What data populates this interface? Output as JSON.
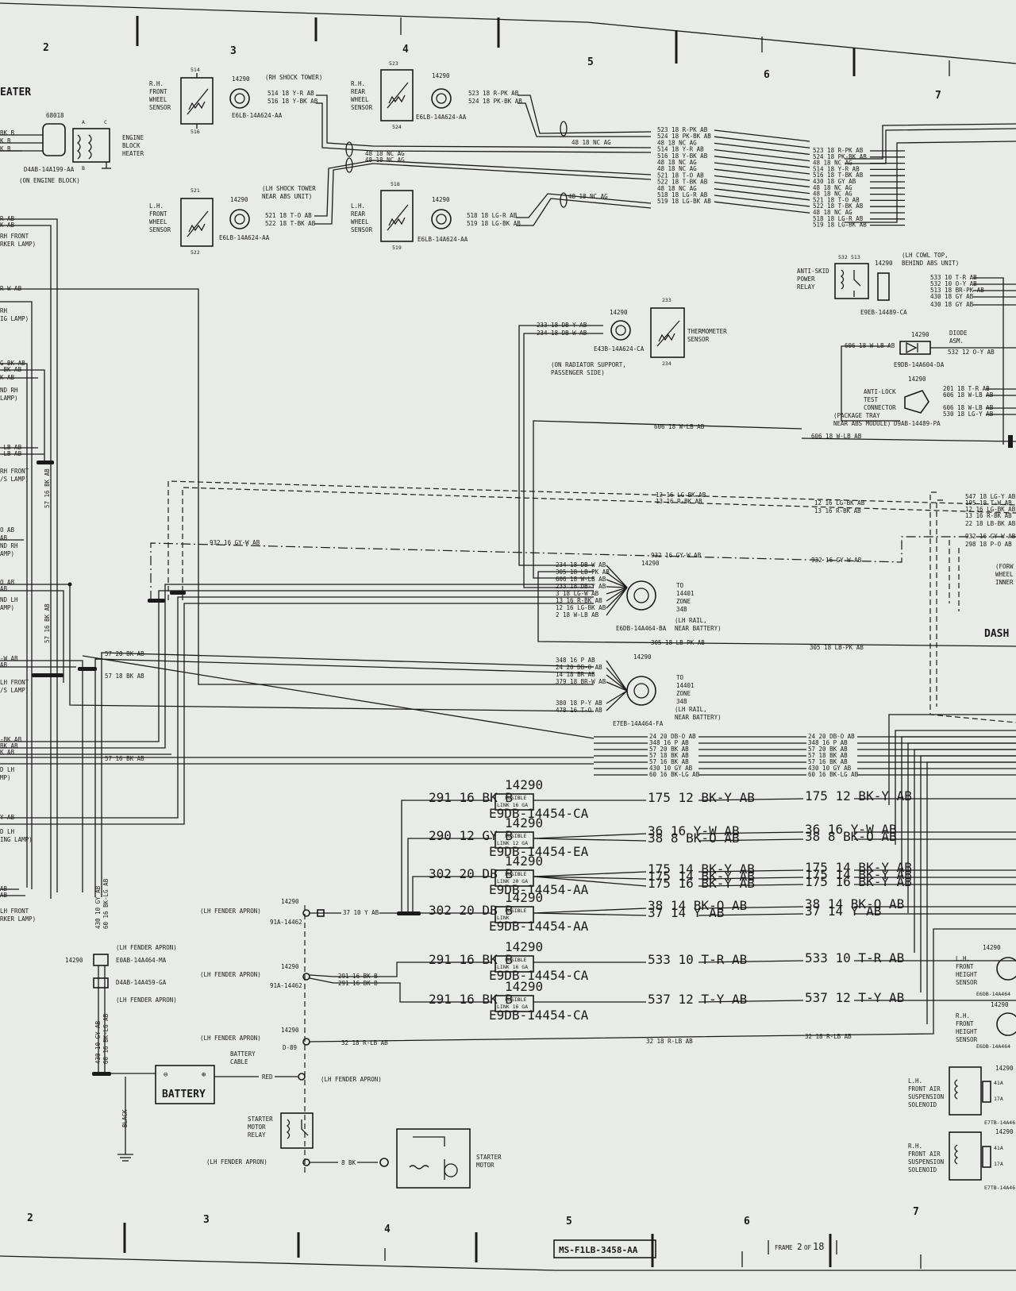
{
  "zones": {
    "top": [
      "2",
      "3",
      "4",
      "5",
      "6",
      "7"
    ],
    "bottom": [
      "2",
      "3",
      "4",
      "5",
      "6",
      "7"
    ]
  },
  "fragments": {
    "heater_title": "EATER",
    "dash": "DASH"
  },
  "engine_heater": {
    "part": "68018",
    "pins": [
      "A",
      "B",
      "C"
    ],
    "label": [
      "ENGINE",
      "BLOCK",
      "HEATER"
    ],
    "connector": "D4AB-14A199-AA",
    "location": "(ON ENGINE BLOCK)"
  },
  "rh_front_sensor": {
    "label": [
      "R.H.",
      "FRONT",
      "WHEEL",
      "SENSOR"
    ],
    "pin_top": "514",
    "pin_bottom": "516",
    "conn": "14290",
    "loc": "(RH SHOCK TOWER)",
    "wires": [
      "514 18 Y-R AB",
      "516 18 Y-BK AB"
    ],
    "part": "E6LB-14A624-AA"
  },
  "rh_rear_sensor": {
    "label": [
      "R.H.",
      "REAR",
      "WHEEL",
      "SENSOR"
    ],
    "pin_top": "523",
    "pin_bottom": "524",
    "conn": "14290",
    "wires": [
      "523 18 R-PK AB",
      "524 18 PK-BK AB"
    ],
    "part": "E6LB-14A624-AA"
  },
  "lh_front_sensor": {
    "label": [
      "L.H.",
      "FRONT",
      "WHEEL",
      "SENSOR"
    ],
    "pin_top": "521",
    "pin_bottom": "522",
    "conn": "14290",
    "loc": [
      "(LH SHOCK TOWER",
      "NEAR ABS UNIT)"
    ],
    "wires": [
      "521 18 T-O AB",
      "522 18 T-BK AB"
    ],
    "part": "E6LB-14A624-AA"
  },
  "lh_rear_sensor": {
    "label": [
      "L.H.",
      "REAR",
      "WHEEL",
      "SENSOR"
    ],
    "pin_top": "518",
    "pin_bottom": "519",
    "conn": "14290",
    "wires": [
      "518 18 LG-R AB",
      "519 18 LG-BK AB"
    ],
    "part": "E6LB-14A624-AA"
  },
  "nc_labels": [
    "48 18 NC AG",
    "48 18 NC AG",
    "48 18 NC AG",
    "48 18 NC AG"
  ],
  "bundle_a": [
    "523 18 R-PK AB",
    "524 18 PK-BK AB",
    "48 18 NC AG",
    "514 18 Y-R AB",
    "516 18 Y-BK AB",
    "48 18 NC AG",
    "48 18 NC AG",
    "521 18 T-O AB",
    "522 18 T-BK AB",
    "48 18 NC AG",
    "518 18 LG-R AB",
    "519 18 LG-BK AB"
  ],
  "bundle_b": [
    "523 18 R-PK AB",
    "524 18 PK-BK AB",
    "48 18 NC AG",
    "514 18 Y-R AB",
    "516 18 T-BK AB",
    "430 18 GY AB",
    "48 18 NC AG",
    "48 18 NC AG",
    "521 18 T-O AB",
    "522 18 T-BK AB",
    "48 18 NC AG",
    "518 18 LG-R AB",
    "519 18 LG-BK AB"
  ],
  "antiskid": {
    "label": [
      "ANTI-SKID",
      "POWER",
      "RELAY"
    ],
    "pins": [
      "532",
      "513"
    ],
    "conn": "14290",
    "loc": [
      "(LH COWL TOP,",
      "BEHIND ABS UNIT)"
    ],
    "wires": [
      "533 10 T-R AB",
      "532 10 O-Y AB",
      "513 18 BR-PK AB",
      "430 18 GY AB",
      "430 18 GY AB"
    ],
    "part": "E9EB-14489-CA"
  },
  "thermometer": {
    "wires": [
      "233 18 DB-Y AB",
      "234 18 DB-W AB"
    ],
    "conn": "14290",
    "pins": [
      "233",
      "234"
    ],
    "label": [
      "THERMOMETER",
      "SENSOR"
    ],
    "part": "E43B-14A624-CA",
    "loc": [
      "(ON RADIATOR SUPPORT,",
      "PASSENGER SIDE)"
    ]
  },
  "diode": {
    "wire_in": "606 18 W-LB AB",
    "conn": "14290",
    "label": [
      "DIODE",
      "ASM."
    ],
    "wire_out": "532 12 O-Y AB",
    "part": "E9DB-14A604-DA"
  },
  "test_connector": {
    "conn": "14290",
    "label": [
      "ANTI-LOCK",
      "TEST",
      "CONNECTOR"
    ],
    "loc": [
      "(PACKAGE TRAY",
      "NEAR ABS MODULE)"
    ],
    "wires": [
      "201 18 T-R AB",
      "606 18 W-LB AB",
      "606 18 W-LB AB",
      "530 18 LG-Y AB"
    ],
    "part": "D9AB-14489-PA"
  },
  "w606": [
    "606 18 W-LB AB",
    "606 18 W-LB AB"
  ],
  "dashed": [
    "12 16 LG-BK AB",
    "13 16 R-BK AB",
    "12 16 LG-BK AB",
    "13 16 R-BK AB"
  ],
  "right_edge": [
    "547 18 LG-Y AB",
    "195 18 T-W AB",
    "12 16 LG-BK AB",
    "13 16 R-BK AB",
    "22 18 LB-BK AB",
    "932 16 GY-W AB",
    "298 18 P-O AB"
  ],
  "right_frag": [
    "(FORW",
    "WHEEL",
    "INNER"
  ],
  "gyw": [
    "932 16 GY-W AB",
    "932 16 GY-W AB",
    "932 16 GY-W AB"
  ],
  "conn_ba": {
    "conn": "14290",
    "wires": [
      "234 18 DB-W AB",
      "305 18 LB-PK AB",
      "606 18 W-LB AB",
      "233 18 DB-Y AB",
      "3 18 LG-W AB",
      "13 16 R-BK AB",
      "12 16 LG-BK AB",
      "2 18 W-LB AB"
    ],
    "dest": [
      "TO",
      "14401",
      "ZONE",
      "34B"
    ],
    "loc": [
      "(LH RAIL,",
      "NEAR BATTERY)"
    ],
    "part": "E6DB-14A464-BA"
  },
  "w305": [
    "305 18 LB-PK AB",
    "305 18 LB-PK AB"
  ],
  "conn_fa": {
    "conn": "14290",
    "wires": [
      "348 16 P AB",
      "24 20 DB-O AB",
      "14 18 BR AB",
      "379 18 BR-W AB",
      "380 18 P-Y AB",
      "478 16 T-O AB"
    ],
    "dest": [
      "TO",
      "14401",
      "ZONE",
      "34B"
    ],
    "loc": [
      "(LH RAIL,",
      "NEAR BATTERY)"
    ],
    "part": "E7EB-14A464-FA"
  },
  "w57": [
    "57 20 BK AB",
    "57 18 BK AB",
    "57 16 BK AB",
    "57 16 BK AB",
    "57 16 BK AB"
  ],
  "bundle_c": [
    "24 20 DB-O AB",
    "348 16 P AB",
    "57 20 BK AB",
    "57 18 BK AB",
    "57 16 BK AB",
    "430 10 GY AB",
    "60 16 BK-LG AB"
  ],
  "left_frags": [
    "R AB",
    "K AB",
    "RH FRONT",
    "RKER LAMP)",
    "R-W AB",
    "RH",
    "IG LAMP)",
    "G-BK AB",
    "-BK AB",
    "K AB",
    "ND RH",
    "LAMP)",
    "-LB AB",
    "-LB AB",
    "RH FRONT",
    "/S LAMP)",
    "O AB",
    "AB",
    "ND RH",
    "AMP)",
    "O AB",
    "AB",
    "ND LH",
    "AMP)",
    "-W AB",
    "AB",
    "LH FRONT",
    "/S LAMP)",
    "-BK AB",
    "BK AB",
    "K AB",
    "D LH",
    "MP)",
    "Y AB",
    "D LH",
    "ING LAMP)",
    "AB",
    "AB",
    "LH FRONT",
    "RKER LAMP)",
    "BK B",
    "K B",
    "K B"
  ],
  "fusible": [
    {
      "conn": "14290",
      "in": "291 16 BK B",
      "label": [
        "FUSIBLE",
        "LINK 16 GA"
      ],
      "part": "E9DB-14454-CA",
      "out": "175 12 BK-Y AB",
      "out2": "175 12 BK-Y AB"
    },
    {
      "conn": "14290",
      "in": "290 12 GY B",
      "label": [
        "FUSIBLE",
        "LINK 12 GA"
      ],
      "part": "E9DB-14454-EA",
      "out": [
        "36 16 Y-W AB",
        "38 8 BK-O AB"
      ],
      "out2": [
        "36 16 Y-W AB",
        "38 8 BK-O AB"
      ]
    },
    {
      "conn": "14290",
      "in": "302 20 DB B",
      "label": [
        "FUSIBLE",
        "LINK 20 GA"
      ],
      "part": "E9DB-14454-AA",
      "out": [
        "175 14 BK-Y AB",
        "175 14 BK-Y AB",
        "175 16 BK-Y AB"
      ],
      "out2": [
        "175 14 BK-Y AB",
        "175 14 BK-Y AB",
        "175 16 BK-Y AB"
      ]
    },
    {
      "conn": "14290",
      "in": "302 20 DB B",
      "label": [
        "FUSIBLE",
        "LINK"
      ],
      "part": "E9DB-14454-AA",
      "out": [
        "38 14 BK-O AB",
        "37 14 Y AB"
      ],
      "out2": [
        "38 14 BK-O AB",
        "37 14 Y AB"
      ]
    },
    {
      "conn": "14290",
      "in": "291 16 BK B",
      "label": [
        "FUSIBLE",
        "LINK 16 GA"
      ],
      "part": "E9DB-14454-CA",
      "out": "533 10 T-R AB",
      "out2": "533 10 T-R AB"
    },
    {
      "conn": "14290",
      "in": "291 16 BK B",
      "label": [
        "FUSIBLE",
        "LINK 16 GA"
      ],
      "part": "E9DB-14454-CA",
      "out": "537 12 T-Y AB",
      "out2": "537 12 T-Y AB"
    }
  ],
  "fender": [
    {
      "loc": "(LH FENDER APRON)",
      "conn": "14290",
      "part": "91A-14462",
      "wire": "37 10 Y AB"
    },
    {
      "loc": "(LH FENDER APRON)",
      "conn": "14290",
      "part": "91A-14462",
      "wires": [
        "291 16 BK B",
        "291 16 BK B"
      ]
    },
    {
      "loc": "(LH FENDER APRON)",
      "conn": "14290",
      "part": "D-89",
      "wire": "32 18 R-LB AB",
      "wire2": "32 18 R-LB AB",
      "wire3": "32 18 R-LB AB"
    }
  ],
  "battery": {
    "title": "BATTERY",
    "cable": [
      "BATTERY",
      "CABLE"
    ],
    "red": "RED",
    "black": "BLACK",
    "loc": "(LH FENDER APRON)",
    "vert_a": [
      "430 10 GY AB",
      "60 16 BK-LG AB"
    ],
    "vert_b": [
      "430 10 GY AB",
      "60 16 BK-LG AB"
    ],
    "conn": "14290",
    "part_a": "E0AB-14A464-MA",
    "part_b": "D4AB-14A459-GA",
    "loc_a": "(LH FENDER APRON)",
    "loc_b": "(LH FENDER APRON)"
  },
  "starter": {
    "relay": [
      "STARTER",
      "MOTOR",
      "RELAY"
    ],
    "loc": "(LH FENDER APRON)",
    "wire": "8 BK",
    "motor": [
      "STARTER",
      "MOTOR"
    ]
  },
  "vertical_57": [
    "57 16 BK AB",
    "57 16 BK AB"
  ],
  "right_bottom": [
    {
      "conn": "14290",
      "label": [
        "L.H.",
        "FRONT",
        "HEIGHT",
        "SENSOR"
      ],
      "part": "E6DB-14A464"
    },
    {
      "conn": "14290",
      "label": [
        "R.H.",
        "FRONT",
        "HEIGHT",
        "SENSOR"
      ],
      "part": "E6DB-14A464"
    },
    {
      "conn": "14290",
      "label": [
        "L.H.",
        "FRONT AIR",
        "SUSPENSION",
        "SOLENOID"
      ],
      "part": "E7TB-14A46",
      "pins": [
        "41A",
        "17A"
      ]
    },
    {
      "conn": "14290",
      "label": [
        "R.H.",
        "FRONT AIR",
        "SUSPENSION",
        "SOLENOID"
      ],
      "part": "E7TB-14A46",
      "pins": [
        "41A",
        "17A"
      ]
    }
  ],
  "title_block": {
    "code": "MS-F1LB-3458-AA",
    "frame_prefix": "FRAME",
    "frame_num": "2",
    "frame_of": "OF",
    "frame_total": "18"
  }
}
